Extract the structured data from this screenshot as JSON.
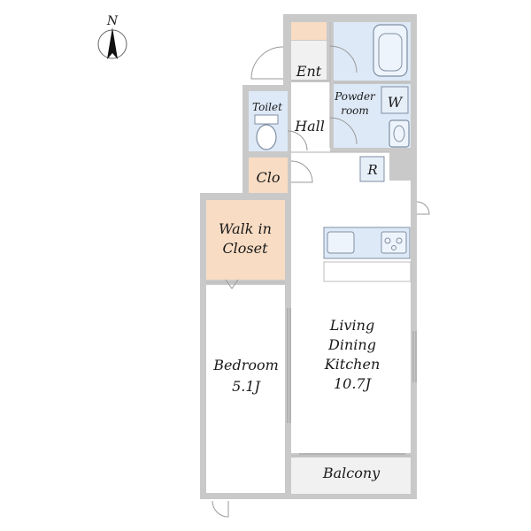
{
  "compass": {
    "label": "N"
  },
  "rooms": {
    "entrance": "Ent",
    "hall": "Hall",
    "toilet": "Toilet",
    "powder_room": [
      "Powder",
      "room"
    ],
    "washer": "W",
    "closet": "Clo",
    "refrigerator": "R",
    "walk_in_closet": [
      "Walk in",
      "Closet"
    ],
    "bedroom": [
      "Bedroom",
      "5.1J"
    ],
    "ldk": [
      "Living",
      "Dining",
      "Kitchen",
      "10.7J"
    ],
    "balcony": "Balcony"
  },
  "colors": {
    "wall": "#c9c9c9",
    "wet_area": "#dde9f7",
    "closet": "#f8dcc3",
    "balcony": "#f1f1f1",
    "floor": "#ffffff",
    "text": "#1a1a1a"
  }
}
